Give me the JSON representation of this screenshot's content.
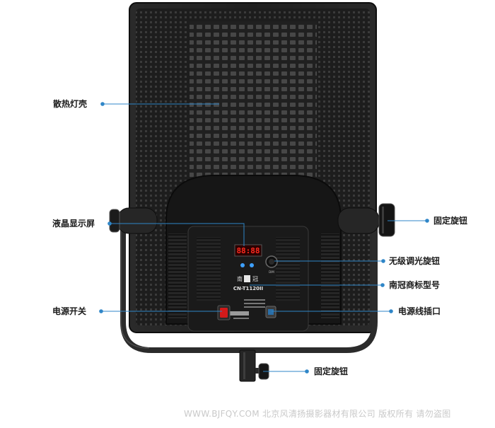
{
  "product": {
    "model": "CN-T1120II",
    "logo_chars": [
      "南",
      "冠"
    ],
    "display_value": "88:88",
    "knob_label": "DIM"
  },
  "callouts": {
    "heatsink_shell": "散热灯壳",
    "lcd_display": "液晶显示屏",
    "power_switch": "电源开关",
    "fixing_knob_right": "固定旋钮",
    "stepless_dimmer_knob": "无级调光旋钮",
    "brand_model_label": "南冠商标型号",
    "power_cord_socket": "电源线插口",
    "fixing_knob_bottom": "固定旋钮"
  },
  "watermark": "WWW.BJFQY.COM 北京风清扬摄影器材有限公司 版权所有 请勿盗图",
  "colors": {
    "panel": "#1c1c1c",
    "callout_line": "#2f86c8",
    "led_digits": "#ff2a1f",
    "switch_red": "#d21a1a"
  }
}
